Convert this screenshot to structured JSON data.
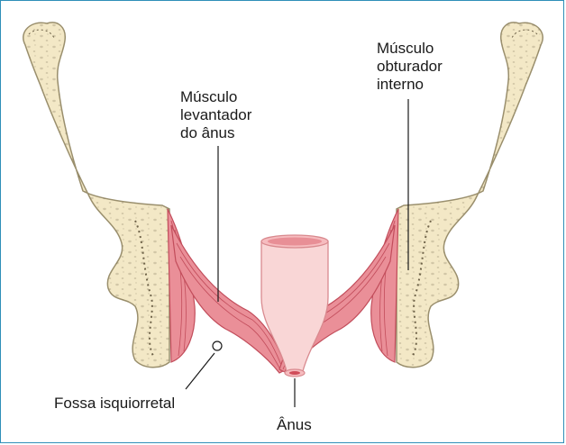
{
  "labels": {
    "levator_ani": [
      "Músculo",
      "levantador",
      "do ânus"
    ],
    "obturator_internus": [
      "Músculo",
      "obturador",
      "interno"
    ],
    "ischiorectal_fossa": "Fossa isquiorretal",
    "anus": "Ânus"
  },
  "colors": {
    "frame": "#2f8fb8",
    "bone": "#f3e8c6",
    "bone_outline": "#9a8f6d",
    "bone_spots": "#6e6248",
    "muscle": "#ea8f98",
    "muscle_stroke": "#c24d5b",
    "rectum": "#f9d6d6",
    "rectum_outline": "#d98a8f"
  }
}
